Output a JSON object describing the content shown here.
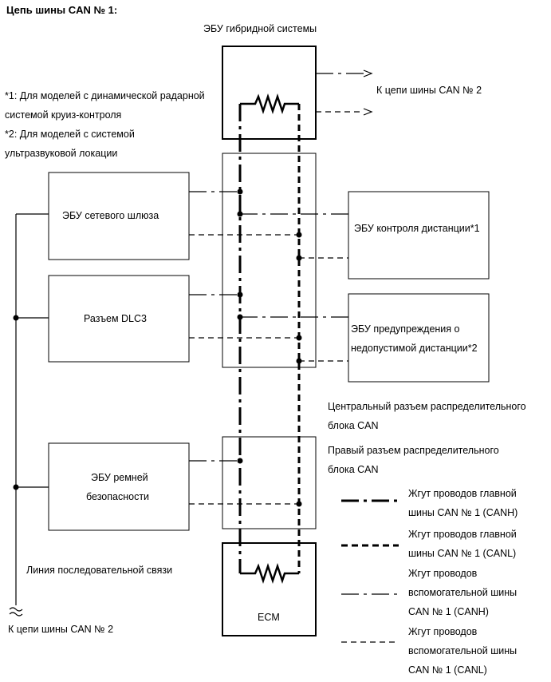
{
  "title": "Цепь шины CAN № 1:",
  "hybrid_ecu_label": "ЭБУ гибридной системы",
  "to_can2_right": "К цепи шины CAN № 2",
  "notes": [
    "*1: Для моделей с динамической радарной",
    "системой круиз-контроля",
    "*2: Для моделей с системой",
    "ультразвуковой локации"
  ],
  "ecus_left": {
    "gateway": "ЭБУ сетевого шлюза",
    "dlc3": "Разъем DLC3",
    "seatbelt_line1": "ЭБУ ремней",
    "seatbelt_line2": "безопасности"
  },
  "ecus_right": {
    "distance_control": "ЭБУ контроля дистанции*1",
    "distance_warning_line1": "ЭБУ предупреждения о",
    "distance_warning_line2": "недопустимой дистанции*2"
  },
  "junctions": {
    "central_line1": "Центральный разъем распределительного",
    "central_line2": "блока CAN",
    "right_line1": "Правый разъем распределительного",
    "right_line2": "блока CAN"
  },
  "ecm_label": "ECM",
  "serial_line": "Линия последовательной связи",
  "to_can2_bottom": "К цепи шины CAN № 2",
  "legend": [
    {
      "line1": "Жгут проводов главной",
      "line2": "шины CAN № 1 (CANH)",
      "line3": ""
    },
    {
      "line1": "Жгут проводов главной",
      "line2": "шины CAN № 1 (CANL)",
      "line3": ""
    },
    {
      "line1": "Жгут проводов",
      "line2": "вспомогательной шины",
      "line3": "CAN № 1 (CANH)"
    },
    {
      "line1": "Жгут проводов",
      "line2": "вспомогательной шины",
      "line3": "CAN № 1 (CANL)"
    }
  ]
}
